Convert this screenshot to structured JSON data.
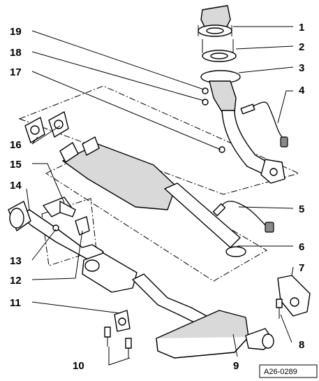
{
  "diagram": {
    "reference_code": "A26-0289",
    "callouts": [
      "1",
      "2",
      "3",
      "4",
      "5",
      "6",
      "7",
      "8",
      "9",
      "10",
      "11",
      "12",
      "13",
      "14",
      "15",
      "16",
      "17",
      "18",
      "19"
    ]
  }
}
